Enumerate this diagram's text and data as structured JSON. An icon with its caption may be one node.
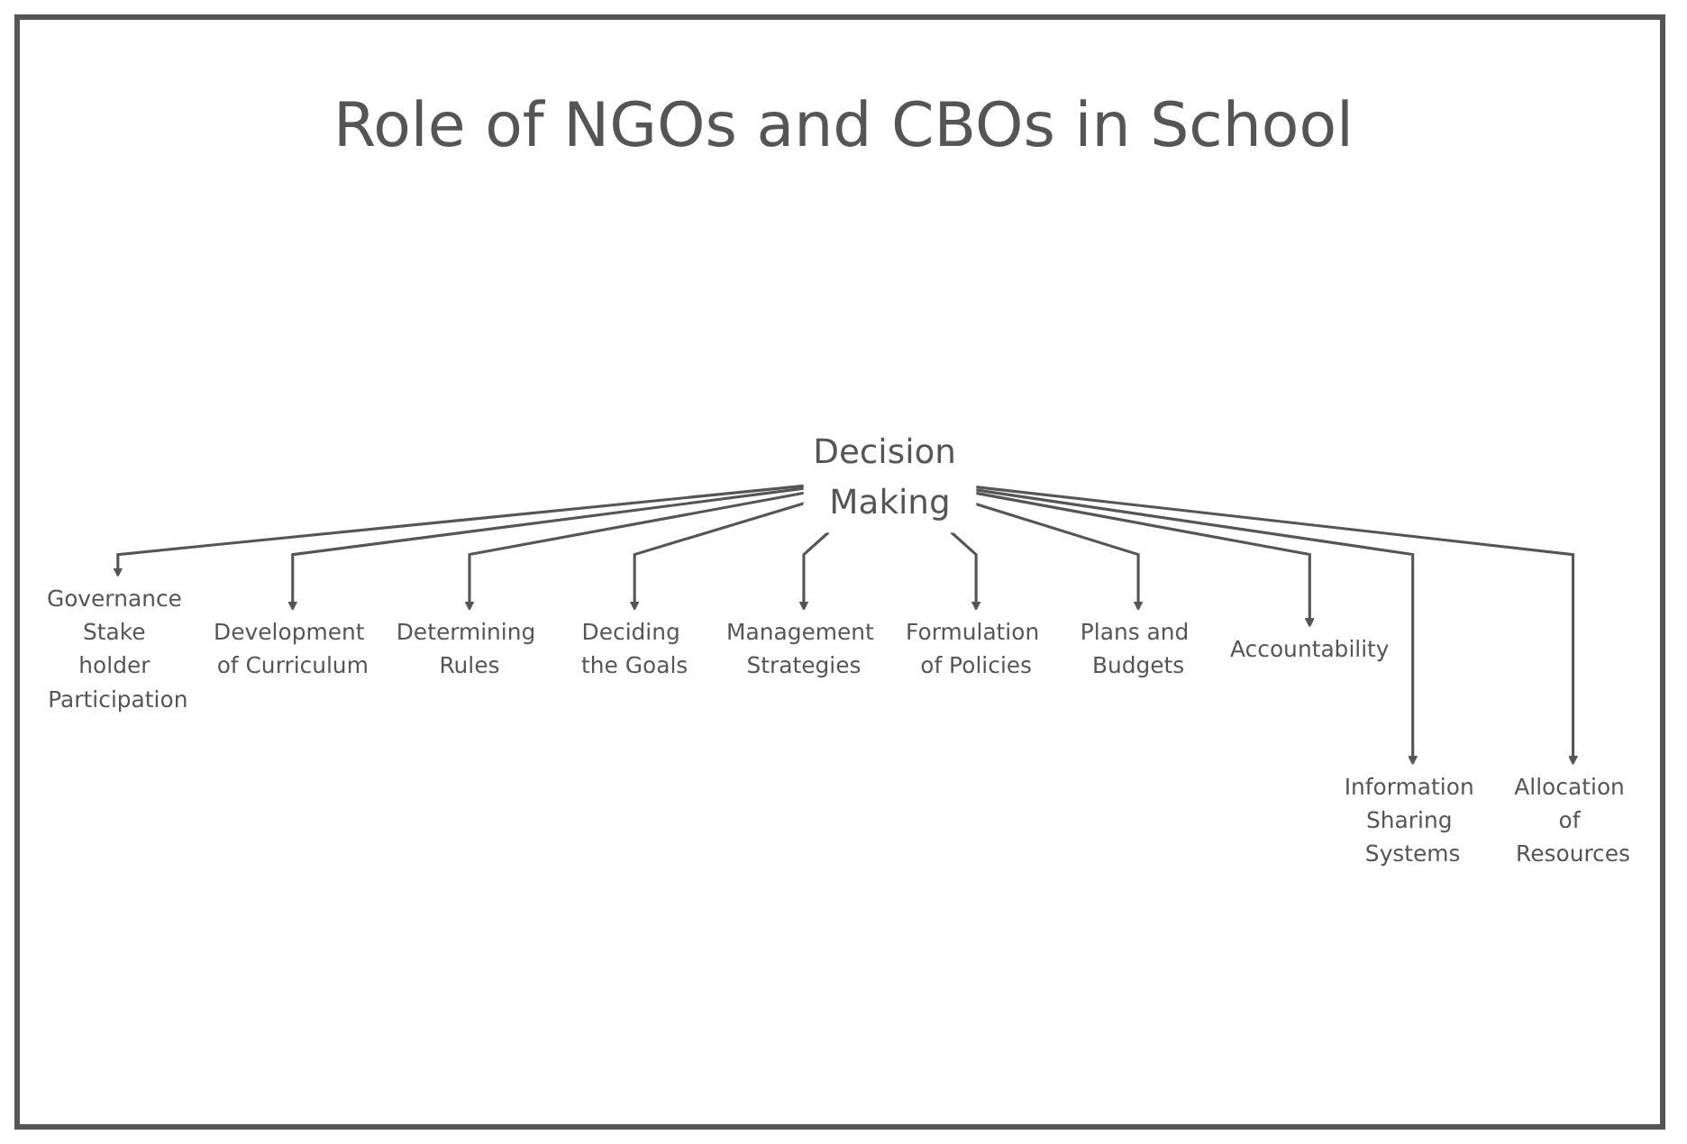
{
  "diagram": {
    "title": "Role of NGOs and CBOs in School",
    "nodes": [
      {
        "text": [
          "Decision Making"
        ]
      },
      {
        "text": [
          "Governance Stake holder Participation"
        ]
      },
      {
        "text": [
          "Development of Curriculum"
        ]
      },
      {
        "text": [
          "Determining Rules"
        ]
      },
      {
        "text": [
          "Deciding the Goals"
        ]
      },
      {
        "text": [
          "Information Sharing Systems"
        ]
      },
      {
        "text": [
          "Management Strategies"
        ]
      },
      {
        "text": [
          "Allocation of Resources"
        ]
      },
      {
        "text": [
          "Formulation of Policies"
        ]
      },
      {
        "text": [
          "Plans and Budgets"
        ]
      },
      {
        "text": [
          "Accountability"
        ]
      }
    ],
    "edges": [
      {
        "from": 0,
        "to": 1,
        "arrow": "to"
      },
      {
        "from": 0,
        "to": 2,
        "arrow": "to"
      },
      {
        "from": 0,
        "to": 3,
        "arrow": "to"
      },
      {
        "from": 0,
        "to": 4,
        "arrow": "to"
      },
      {
        "from": 0,
        "to": 5,
        "arrow": "to"
      },
      {
        "from": 0,
        "to": 6,
        "arrow": "to"
      },
      {
        "from": 0,
        "to": 7,
        "arrow": "to"
      },
      {
        "from": 0,
        "to": 8,
        "arrow": "to"
      },
      {
        "from": 0,
        "to": 9,
        "arrow": "to"
      },
      {
        "from": 0,
        "to": 10,
        "arrow": "to"
      }
    ]
  }
}
